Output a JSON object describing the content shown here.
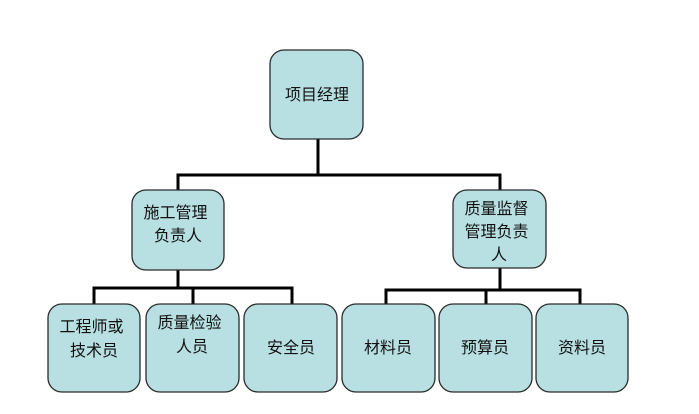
{
  "org_chart": {
    "root": {
      "lines": [
        "项目经理"
      ]
    },
    "managers": [
      {
        "id": "construction",
        "lines": [
          "施工管理",
          "负责人"
        ]
      },
      {
        "id": "quality",
        "lines": [
          "质量监督",
          "管理负责",
          "人"
        ]
      }
    ],
    "staff": [
      {
        "id": "engineer",
        "parent": "construction",
        "lines": [
          "工程师或",
          "技术员"
        ]
      },
      {
        "id": "quality-inspector",
        "parent": "construction",
        "lines": [
          "质量检验",
          "人员"
        ]
      },
      {
        "id": "safety",
        "parent": "construction",
        "lines": [
          "安全员"
        ]
      },
      {
        "id": "materials",
        "parent": "quality",
        "lines": [
          "材料员"
        ]
      },
      {
        "id": "budget",
        "parent": "quality",
        "lines": [
          "预算员"
        ]
      },
      {
        "id": "documents",
        "parent": "quality",
        "lines": [
          "资料员"
        ]
      }
    ]
  },
  "colors": {
    "box_fill": "#b8e0e2",
    "box_stroke": "#2b2b2b",
    "connector": "#000000",
    "text": "#111111"
  }
}
